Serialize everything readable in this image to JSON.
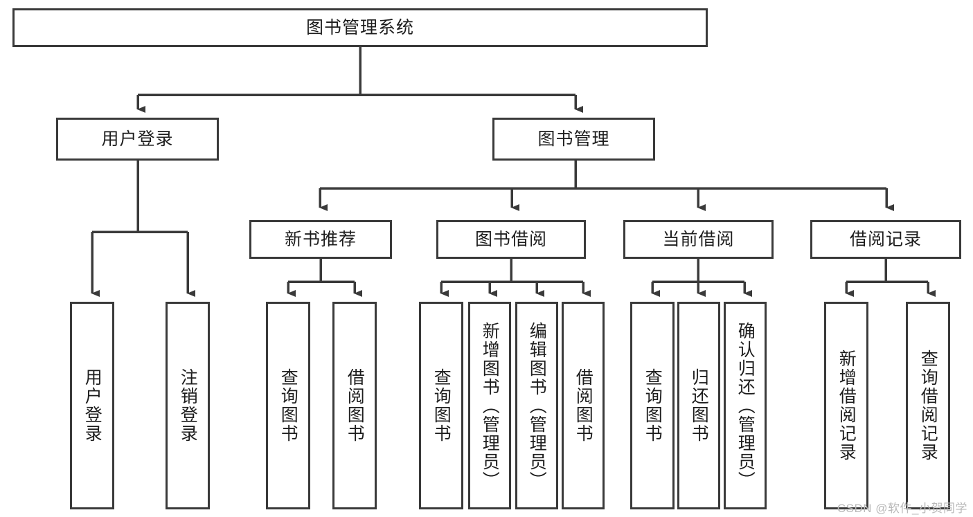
{
  "diagram": {
    "title": "图书管理系统",
    "type": "tree",
    "colors": {
      "box_border": "#3a3a3a",
      "box_fill": "#ffffff",
      "edge": "#3a3a3a",
      "text": "#1d1d1d",
      "watermark": "#b9b9b9",
      "background": "#ffffff"
    },
    "root": {
      "id": "root",
      "label": "图书管理系统"
    },
    "level2": [
      {
        "id": "login",
        "label": "用户登录"
      },
      {
        "id": "bookmgmt",
        "label": "图书管理"
      }
    ],
    "level3": [
      {
        "id": "newbook",
        "label": "新书推荐",
        "parent": "bookmgmt"
      },
      {
        "id": "borrow",
        "label": "图书借阅",
        "parent": "bookmgmt"
      },
      {
        "id": "current",
        "label": "当前借阅",
        "parent": "bookmgmt"
      },
      {
        "id": "records",
        "label": "借阅记录",
        "parent": "bookmgmt"
      }
    ],
    "leaves": [
      {
        "id": "leaf-user-login",
        "label": "用户登录",
        "parent": "login"
      },
      {
        "id": "leaf-user-logout",
        "label": "注销登录",
        "parent": "login"
      },
      {
        "id": "leaf-query-book-1",
        "label": "查询图书",
        "parent": "newbook"
      },
      {
        "id": "leaf-borrow-book-1",
        "label": "借阅图书",
        "parent": "newbook"
      },
      {
        "id": "leaf-query-book-2",
        "label": "查询图书",
        "parent": "borrow"
      },
      {
        "id": "leaf-add-book",
        "label": "新增图书（管理员）",
        "parent": "borrow"
      },
      {
        "id": "leaf-edit-book",
        "label": "编辑图书（管理员）",
        "parent": "borrow"
      },
      {
        "id": "leaf-borrow-book-2",
        "label": "借阅图书",
        "parent": "borrow"
      },
      {
        "id": "leaf-query-book-3",
        "label": "查询图书",
        "parent": "current"
      },
      {
        "id": "leaf-return-book",
        "label": "归还图书",
        "parent": "current"
      },
      {
        "id": "leaf-confirm-return",
        "label": "确认归还（管理员）",
        "parent": "current"
      },
      {
        "id": "leaf-add-record",
        "label": "新增借阅记录",
        "parent": "records"
      },
      {
        "id": "leaf-query-record",
        "label": "查询借阅记录",
        "parent": "records"
      }
    ]
  },
  "watermark": {
    "text": "CSDN @软件_小贺同学"
  }
}
